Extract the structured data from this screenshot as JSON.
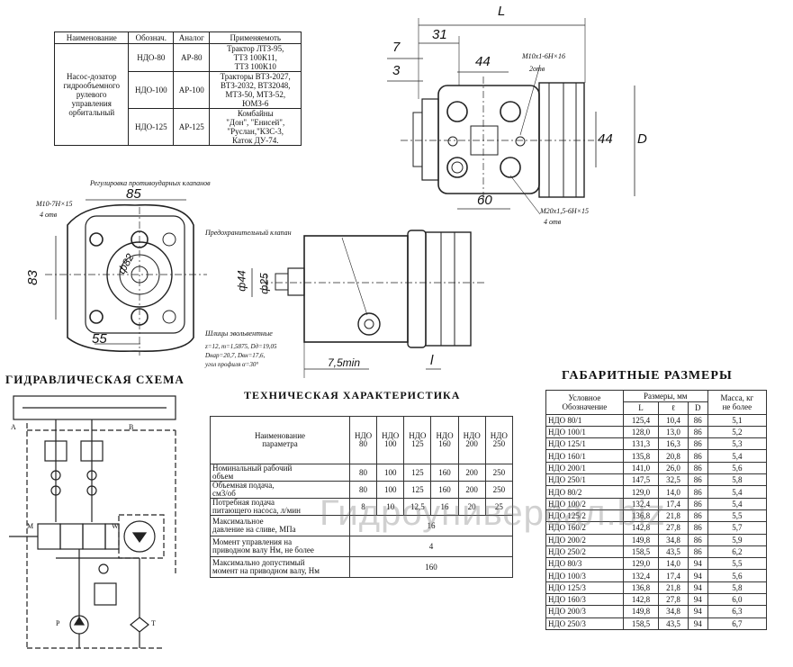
{
  "applicability_table": {
    "headers": [
      "Наименование",
      "Обознач.",
      "Аналог",
      "Применяемоть"
    ],
    "name_cell": [
      "Насос-дозатор",
      "гидрообъемного",
      "рулевого",
      "управления",
      "орбитальный"
    ],
    "rows": [
      {
        "code": "НДО-80",
        "analog": "АР-80",
        "use": [
          "Трактор ЛТЗ-95,",
          "ТТЗ 100К11,",
          "ТТЗ 100К10"
        ]
      },
      {
        "code": "НДО-100",
        "analog": "АР-100",
        "use": [
          "Тракторы ВТЗ-2027,",
          "ВТЗ-2032, ВТЗ2048,",
          "МТЗ-50, МТЗ-52,",
          "ЮМЗ-6"
        ]
      },
      {
        "code": "НДО-125",
        "analog": "АР-125",
        "use": [
          "Комбайны",
          "\"Дон\", \"Енисей\",",
          "\"Руслан,\"КЗС-3,",
          "Каток ДУ-74."
        ]
      }
    ]
  },
  "drawing_labels": {
    "dim_L": "L",
    "dim_31": "31",
    "dim_7": "7",
    "dim_3": "3",
    "dim_44_top": "44",
    "dim_44_side": "44",
    "dim_D": "D",
    "dim_60": "60",
    "thread_top": "M10x1-6H×16",
    "thread_top_count": "2отв",
    "thread_bottom": "M20x1,5-6H×15",
    "thread_bottom_count": "4 отв",
    "valve_adjust": "Регулировка противоударных клапанов",
    "thread_left": "M10-7H×15",
    "thread_left_count": "4 отв",
    "dim_85": "85",
    "dim_83": "83",
    "dim_phi82": "ф82",
    "dim_55": "55",
    "safety_valve": "Предохранительный клапан",
    "dim_phi44": "ф44",
    "dim_phi25": "ф25",
    "spline_title": "Шлицы эвольвентные",
    "spline_params": [
      "z=12, m=1,5875, Dд=19,05",
      "Dнар=20,7, Dвн=17,6,",
      "угол профиля α=30°"
    ],
    "dim_7_5": "7,5min",
    "dim_l": "l"
  },
  "hydraulic": {
    "title": "ГИДРАВЛИЧЕСКАЯ СХЕМА",
    "label_A": "A",
    "label_B": "B",
    "label_M": "M",
    "label_W": "W",
    "label_P": "P",
    "label_T": "T"
  },
  "tech_table": {
    "title": "ТЕХНИЧЕСКАЯ ХАРАКТЕРИСТИКА",
    "param_header": [
      "Наименование",
      "параметра"
    ],
    "models": [
      [
        "НДО",
        "80"
      ],
      [
        "НДО",
        "100"
      ],
      [
        "НДО",
        "125"
      ],
      [
        "НДО",
        "160"
      ],
      [
        "НДО",
        "200"
      ],
      [
        "НДО",
        "250"
      ]
    ],
    "rows": [
      {
        "label": [
          "Номинальный рабочий",
          "объем"
        ],
        "values": [
          "80",
          "100",
          "125",
          "160",
          "200",
          "250"
        ]
      },
      {
        "label": [
          "Объемная подача,",
          "см3/об"
        ],
        "values": [
          "80",
          "100",
          "125",
          "160",
          "200",
          "250"
        ]
      },
      {
        "label": [
          "Потребная подача",
          "питающего насоса, л/мин"
        ],
        "values": [
          "8",
          "10",
          "12,5",
          "16",
          "20",
          "25"
        ]
      },
      {
        "label": [
          "Максимальное",
          "давление на сливе, МПа"
        ],
        "merged": "16"
      },
      {
        "label": [
          "Момент управления на",
          "приводном валу Нм, не более"
        ],
        "merged": "4"
      },
      {
        "label": [
          "Максимально допустимый",
          "момент на приводном валу, Нм"
        ],
        "merged": "160"
      }
    ]
  },
  "dims_table": {
    "title": "ГАБАРИТНЫЕ РАЗМЕРЫ",
    "h_name": [
      "Условное",
      "Обозначение"
    ],
    "h_sizes": "Размеры, мм",
    "h_mass": [
      "Масса, кг",
      "не более"
    ],
    "h_L": "L",
    "h_l": "ℓ",
    "h_D": "D",
    "rows": [
      [
        "НДО 80/1",
        "125,4",
        "10,4",
        "86",
        "5,1"
      ],
      [
        "НДО 100/1",
        "128,0",
        "13,0",
        "86",
        "5,2"
      ],
      [
        "НДО 125/1",
        "131,3",
        "16,3",
        "86",
        "5,3"
      ],
      [
        "НДО 160/1",
        "135,8",
        "20,8",
        "86",
        "5,4"
      ],
      [
        "НДО 200/1",
        "141,0",
        "26,0",
        "86",
        "5,6"
      ],
      [
        "НДО 250/1",
        "147,5",
        "32,5",
        "86",
        "5,8"
      ],
      [
        "НДО 80/2",
        "129,0",
        "14,0",
        "86",
        "5,4"
      ],
      [
        "НДО 100/2",
        "132,4",
        "17,4",
        "86",
        "5,4"
      ],
      [
        "НДО 125/2",
        "136,8",
        "21,8",
        "86",
        "5,5"
      ],
      [
        "НДО 160/2",
        "142,8",
        "27,8",
        "86",
        "5,7"
      ],
      [
        "НДО 200/2",
        "149,8",
        "34,8",
        "86",
        "5,9"
      ],
      [
        "НДО 250/2",
        "158,5",
        "43,5",
        "86",
        "6,2"
      ],
      [
        "НДО 80/3",
        "129,0",
        "14,0",
        "94",
        "5,5"
      ],
      [
        "НДО 100/3",
        "132,4",
        "17,4",
        "94",
        "5,6"
      ],
      [
        "НДО 125/3",
        "136,8",
        "21,8",
        "94",
        "5,8"
      ],
      [
        "НДО 160/3",
        "142,8",
        "27,8",
        "94",
        "6,0"
      ],
      [
        "НДО 200/3",
        "149,8",
        "34,8",
        "94",
        "6,3"
      ],
      [
        "НДО 250/3",
        "158,5",
        "43,5",
        "94",
        "6,7"
      ]
    ]
  },
  "watermark": "Гидроуниверсал.biz"
}
